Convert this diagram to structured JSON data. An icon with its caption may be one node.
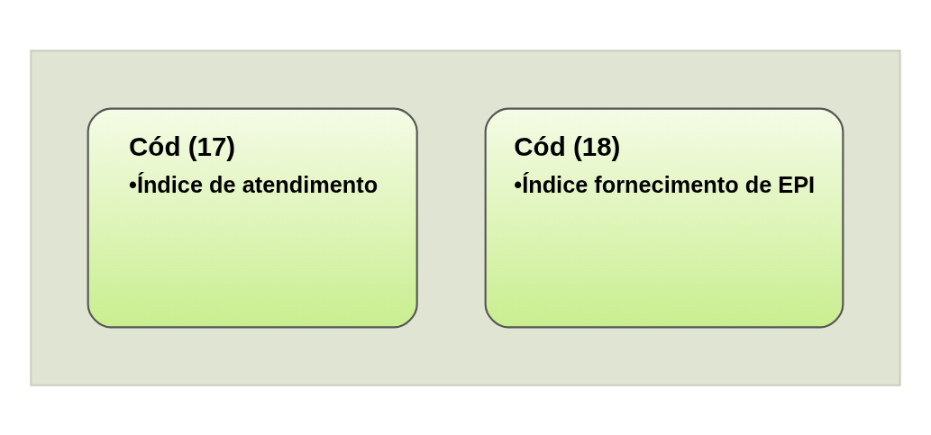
{
  "diagram": {
    "nodes": [
      {
        "text": [],
        "shape": "arrow"
      },
      {
        "text": [
          "Cód (17)",
          "•Índice de atendimento"
        ],
        "in": 0
      },
      {
        "text": [
          "Cód (18)",
          "•Índice fornecimento de EPI"
        ],
        "in": 0
      }
    ],
    "edges": []
  }
}
